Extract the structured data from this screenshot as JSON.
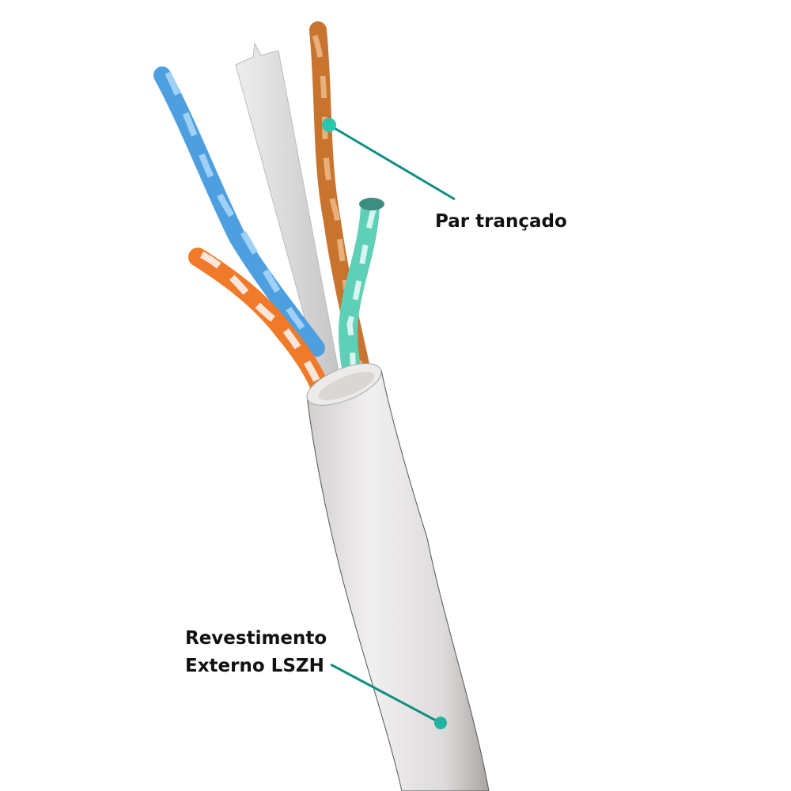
{
  "labels": {
    "twisted_pair": "Par trançado",
    "jacket_line1": "Revestimento",
    "jacket_line2": "Externo LSZH"
  },
  "colors": {
    "callout": "#0e8f82",
    "jacket": "#e2e0df",
    "blue_wire": "#4d9fe0",
    "brown_wire": "#c8742e",
    "green_wire": "#5fd0b8",
    "orange_wire": "#f07a2a",
    "spline": "#dcdcdc"
  }
}
